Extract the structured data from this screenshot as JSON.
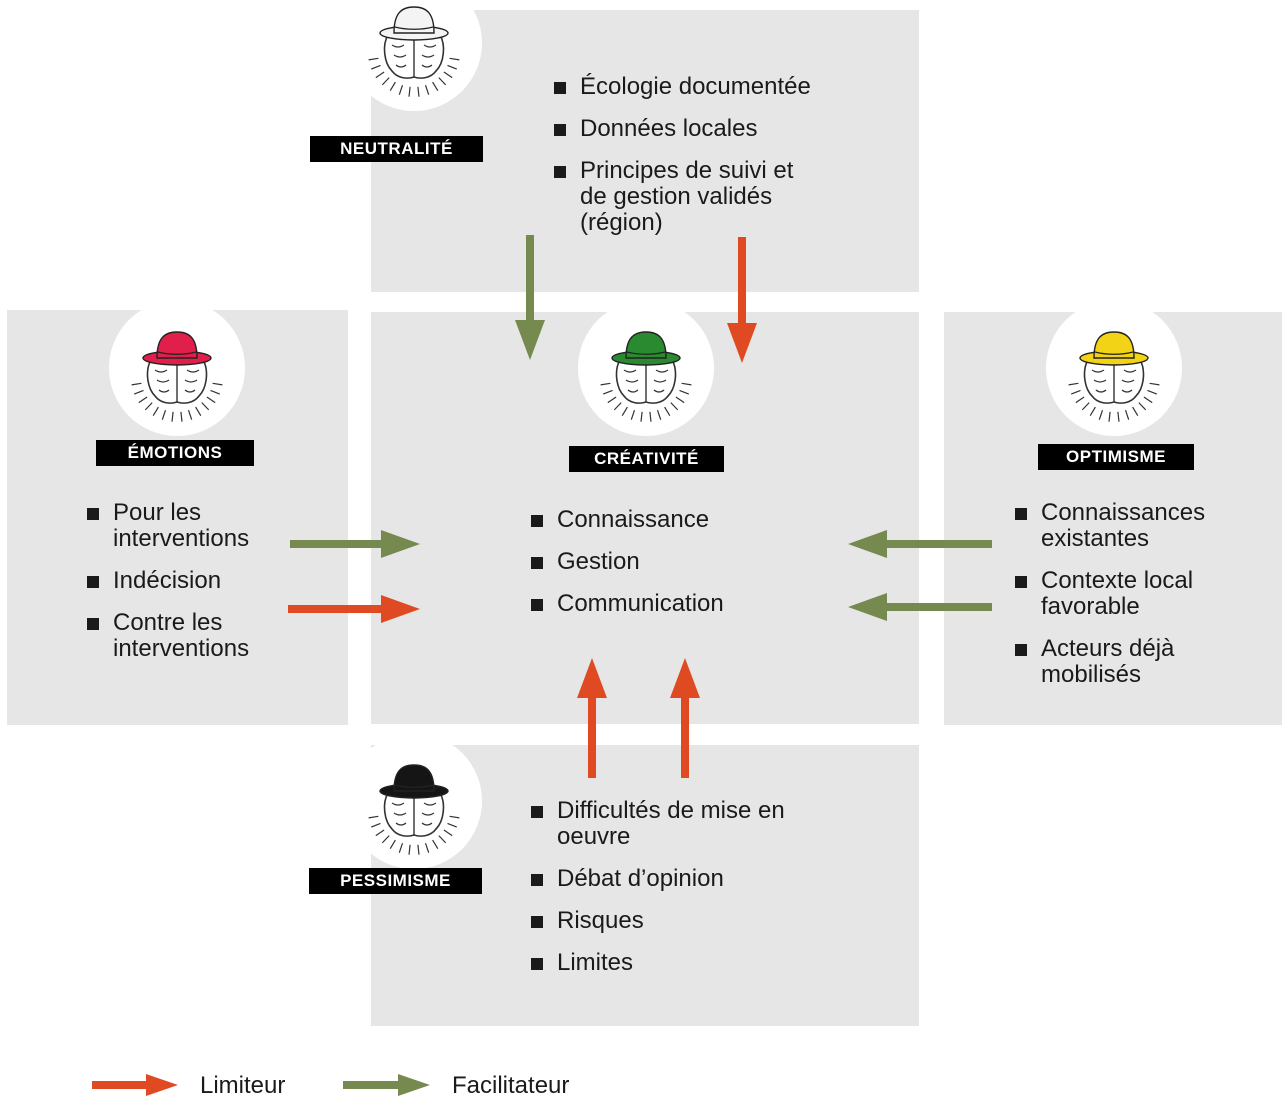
{
  "colors": {
    "panel": "#e6e6e7",
    "limiteur": "#e04a22",
    "facilitateur": "#76894f",
    "hat_white": "#f4f4f4",
    "hat_red": "#e0204a",
    "hat_green": "#2a8a30",
    "hat_yellow": "#f3d316",
    "hat_black": "#151515"
  },
  "hats": {
    "neutralite": {
      "label": "NEUTRALITÉ",
      "items": [
        [
          "Écologie documentée"
        ],
        [
          "Données locales"
        ],
        [
          "Principes de suivi et",
          "de gestion validés",
          "(région)"
        ]
      ]
    },
    "emotions": {
      "label": "ÉMOTIONS",
      "items": [
        [
          "Pour les",
          "interventions"
        ],
        [
          "Indécision"
        ],
        [
          "Contre les",
          "interventions"
        ]
      ]
    },
    "creativite": {
      "label": "CRÉATIVITÉ",
      "items": [
        [
          "Connaissance"
        ],
        [
          "Gestion"
        ],
        [
          "Communication"
        ]
      ]
    },
    "optimisme": {
      "label": "OPTIMISME",
      "items": [
        [
          "Connaissances",
          "existantes"
        ],
        [
          "Contexte local",
          "favorable"
        ],
        [
          "Acteurs déjà",
          "mobilisés"
        ]
      ]
    },
    "pessimisme": {
      "label": "PESSIMISME",
      "items": [
        [
          "Difficultés de mise en",
          "oeuvre"
        ],
        [
          "Débat d’opinion"
        ],
        [
          "Risques"
        ],
        [
          "Limites"
        ]
      ]
    }
  },
  "legend": {
    "limiteur": "Limiteur",
    "facilitateur": "Facilitateur"
  }
}
